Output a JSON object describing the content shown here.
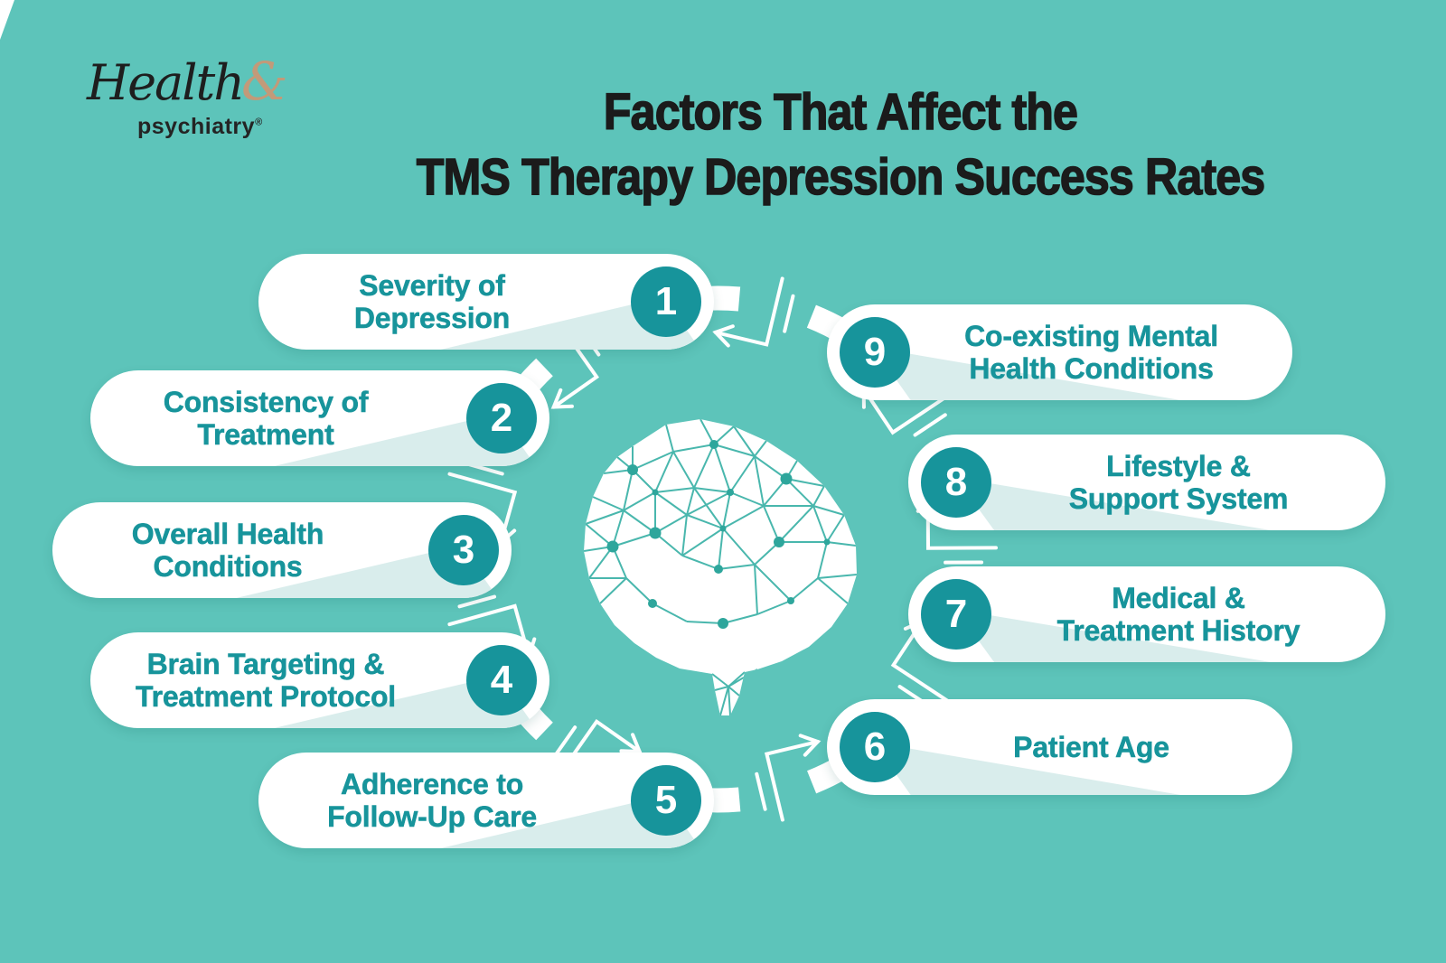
{
  "brand": {
    "name_script": "Health",
    "ampersand": "&",
    "name_sub": "psychiatry",
    "registered": "®"
  },
  "title": {
    "line1": "Factors That Affect the",
    "line2": "TMS Therapy Depression Success Rates"
  },
  "center_icon": "brain-network-icon",
  "factors": [
    {
      "num": "1",
      "label": "Severity of\nDepression"
    },
    {
      "num": "2",
      "label": "Consistency of\nTreatment"
    },
    {
      "num": "3",
      "label": "Overall Health\nConditions"
    },
    {
      "num": "4",
      "label": "Brain Targeting &\nTreatment Protocol"
    },
    {
      "num": "5",
      "label": "Adherence to\nFollow-Up Care"
    },
    {
      "num": "6",
      "label": "Patient Age"
    },
    {
      "num": "7",
      "label": "Medical &\nTreatment History"
    },
    {
      "num": "8",
      "label": "Lifestyle &\nSupport System"
    },
    {
      "num": "9",
      "label": "Co-existing Mental\nHealth Conditions"
    }
  ],
  "colors": {
    "background": "#5dc4ba",
    "teal_dark": "#17949b",
    "copper_ampersand": "#c29a79",
    "pill_white": "#ffffff",
    "shadow_tint": "#d9edec",
    "title_text": "#1b1b1b"
  }
}
